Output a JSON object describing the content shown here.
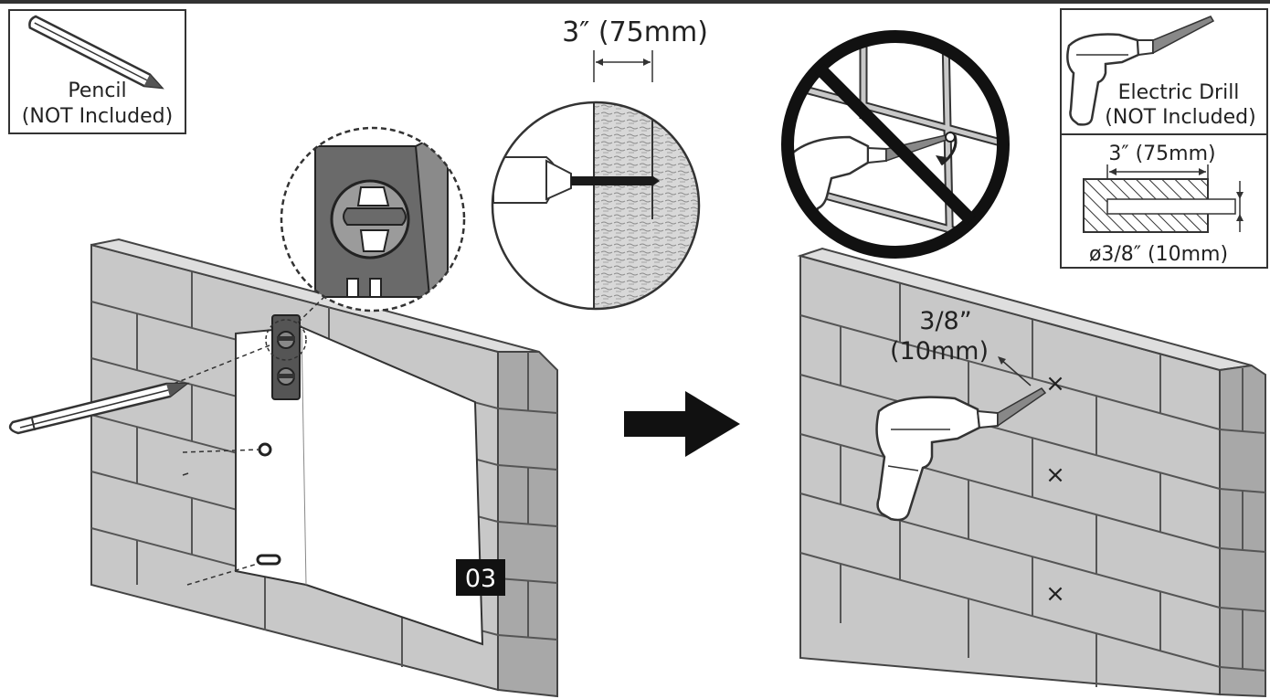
{
  "tools": {
    "pencil": {
      "name": "Pencil",
      "note": "(NOT Included)"
    },
    "drill": {
      "name": "Electric Drill",
      "note": "(NOT Included)"
    }
  },
  "measurements": {
    "depth": "3″ (75mm)",
    "drill_depth": "3″ (75mm)",
    "diameter": "ø3/8″ (10mm)",
    "hole_size_line1": "3/8”",
    "hole_size_line2": "(10mm)"
  },
  "step": {
    "number": "03"
  },
  "marks": {
    "drill_mark": "×"
  },
  "colors": {
    "wall": "#c8c8c8",
    "wall_dark": "#9d9d9d",
    "line": "#333333",
    "badge": "#111111",
    "prohibit": "#111111"
  },
  "icons": [
    "pencil-icon",
    "drill-icon",
    "prohibited-icon",
    "arrow-right-icon",
    "bracket-icon"
  ]
}
